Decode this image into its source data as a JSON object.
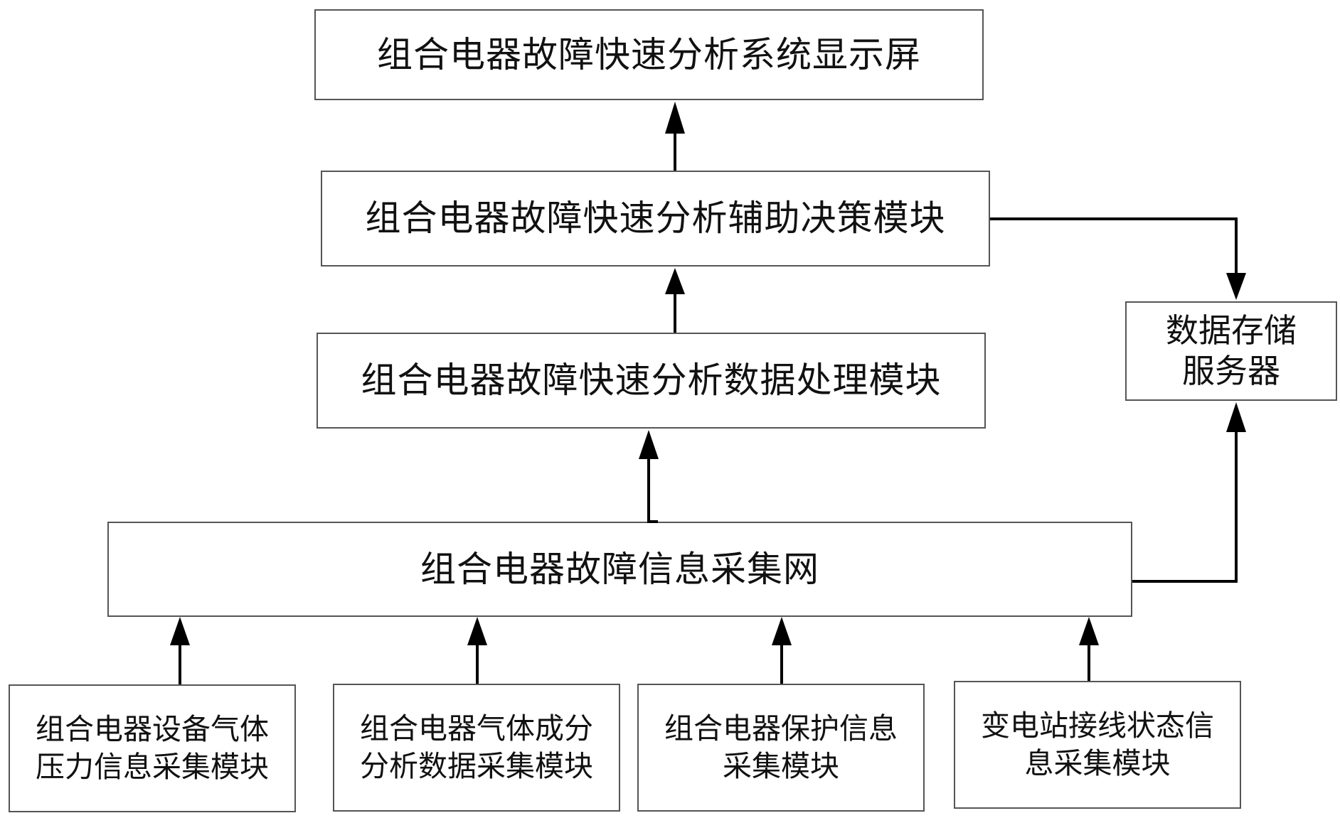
{
  "nodes": {
    "display_screen": "组合电器故障快速分析系统显示屏",
    "decision_module": "组合电器故障快速分析辅助决策模块",
    "processing_module": "组合电器故障快速分析数据处理模块",
    "storage_server": "数据存储\n服务器",
    "collection_network": "组合电器故障信息采集网",
    "gas_pressure_module": "组合电器设备气体\n压力信息采集模块",
    "gas_component_module": "组合电器气体成分\n分析数据采集模块",
    "protection_module": "组合电器保护信息\n采集模块",
    "substation_wiring_module": "变电站接线状态信\n息采集模块"
  },
  "edges": [
    {
      "from": "decision_module",
      "to": "display_screen"
    },
    {
      "from": "processing_module",
      "to": "decision_module"
    },
    {
      "from": "collection_network",
      "to": "processing_module"
    },
    {
      "from": "decision_module",
      "to": "storage_server"
    },
    {
      "from": "collection_network",
      "to": "storage_server"
    },
    {
      "from": "gas_pressure_module",
      "to": "collection_network"
    },
    {
      "from": "gas_component_module",
      "to": "collection_network"
    },
    {
      "from": "protection_module",
      "to": "collection_network"
    },
    {
      "from": "substation_wiring_module",
      "to": "collection_network"
    }
  ],
  "colors": {
    "line": "#000000",
    "border": "#555555",
    "text": "#111111"
  }
}
